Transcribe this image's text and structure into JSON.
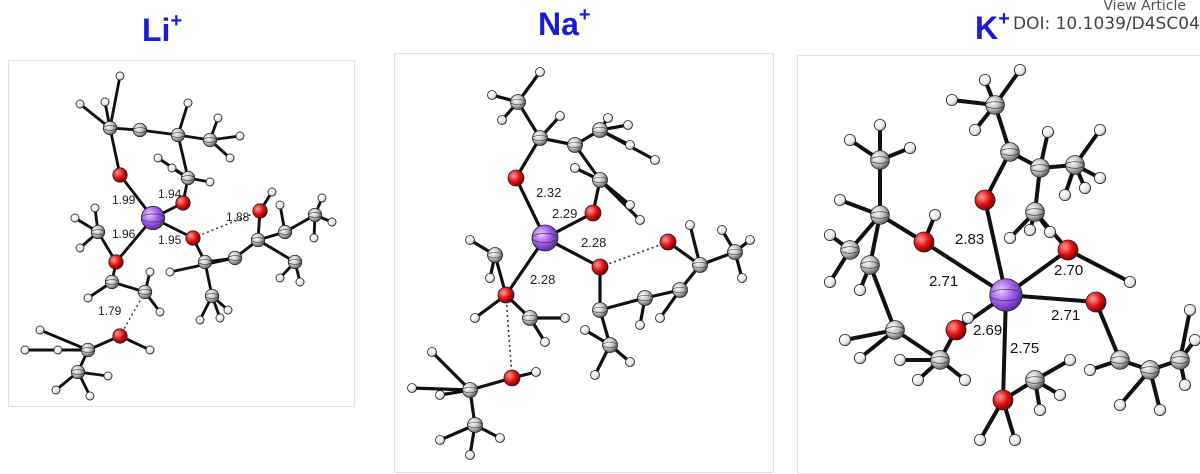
{
  "header": {
    "view_article": "View Article",
    "doi": "DOI: 10.1039/D4SC04"
  },
  "panels": [
    {
      "ion": "Li",
      "charge": "+",
      "distances": [
        "1.99",
        "1.94",
        "1.96",
        "1.95",
        "1.88",
        "1.79"
      ]
    },
    {
      "ion": "Na",
      "charge": "+",
      "distances": [
        "2.32",
        "2.29",
        "2.28",
        "2.28"
      ]
    },
    {
      "ion": "K",
      "charge": "+",
      "distances": [
        "2.83",
        "2.71",
        "2.70",
        "2.71",
        "2.69",
        "2.75"
      ]
    }
  ],
  "colors": {
    "ion_title": "#1a1ad8",
    "metal": "#9b59e8",
    "oxygen": "#e01010",
    "carbon": "#c8c8c8",
    "hydrogen": "#f2f2f2",
    "bond": "#111111"
  }
}
